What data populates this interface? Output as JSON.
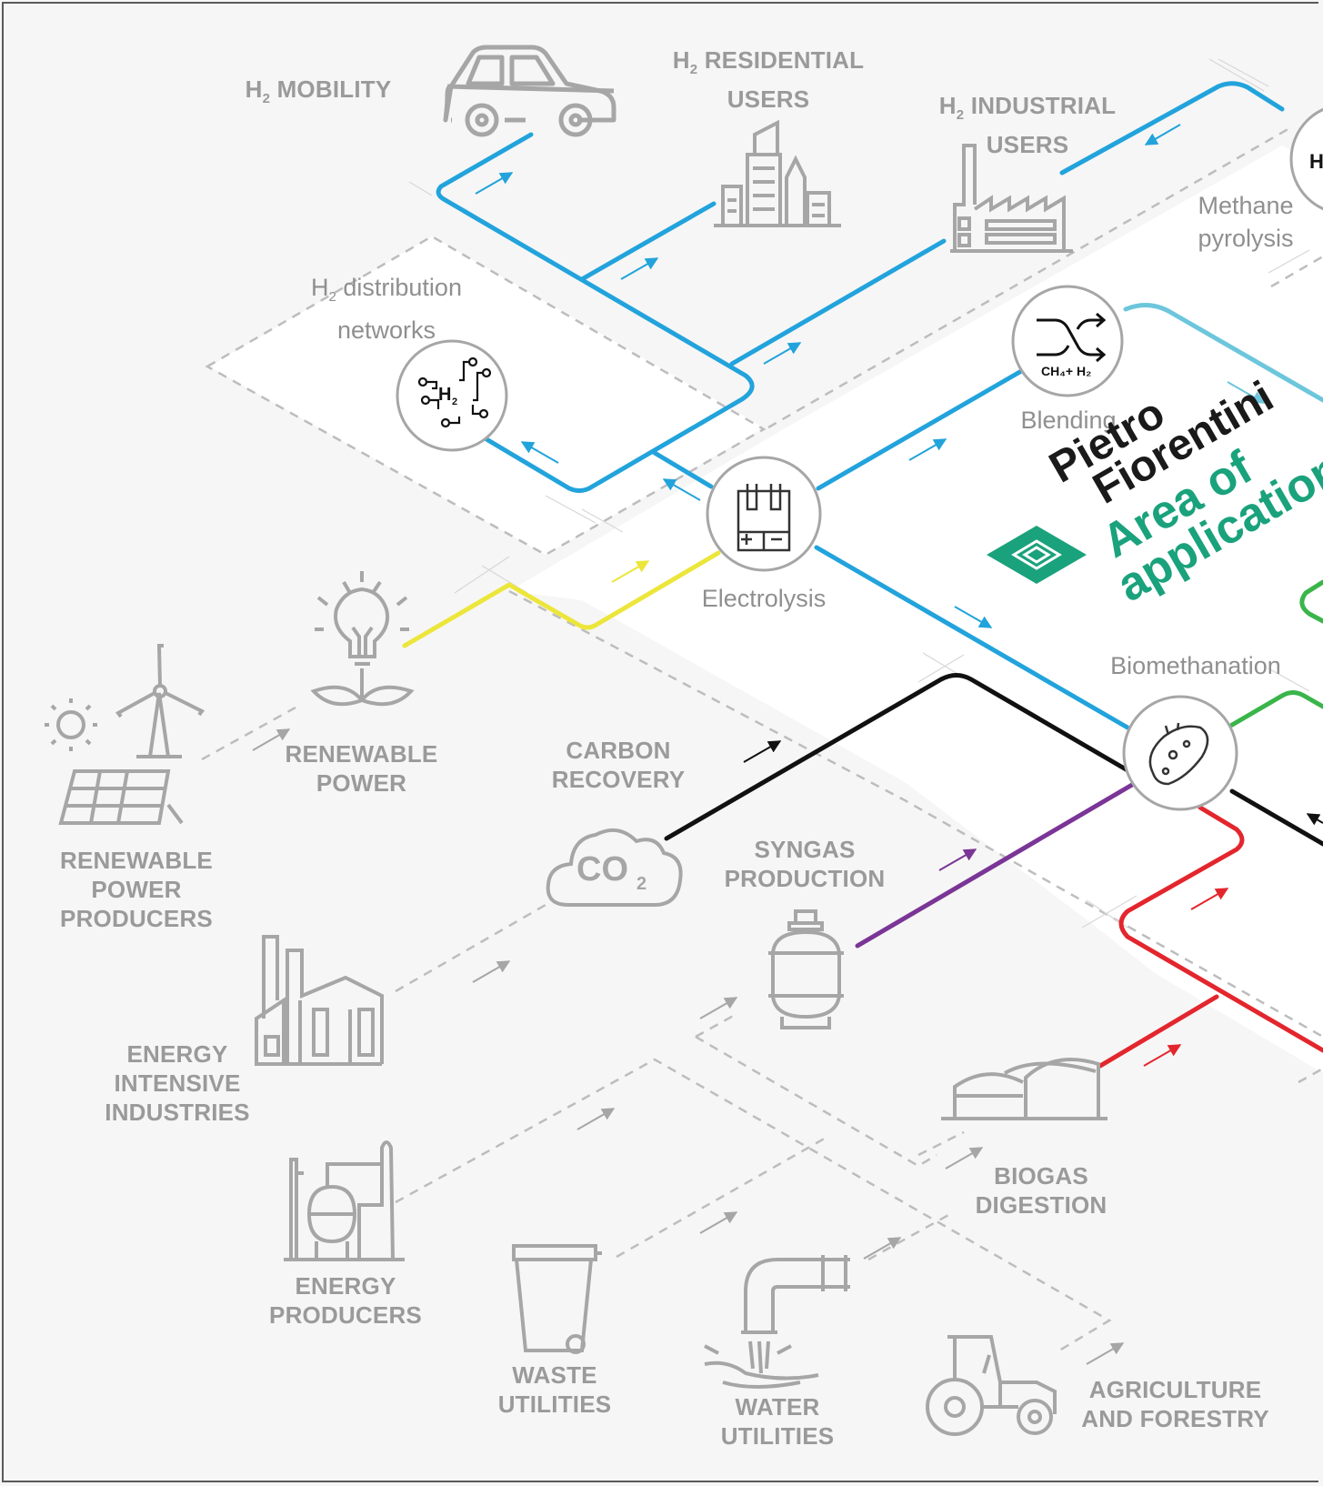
{
  "diagram": {
    "nodes": {
      "h2_mobility": {
        "prefix": "H",
        "sub": "2",
        "text": "MOBILITY"
      },
      "h2_residential": {
        "prefix": "H",
        "sub": "2",
        "line1": "RESIDENTIAL",
        "line2": "USERS"
      },
      "h2_industrial": {
        "prefix": "H",
        "sub": "2",
        "line1": "INDUSTRIAL",
        "line2": "USERS"
      },
      "methane_pyrolysis": {
        "line1": "Methane",
        "line2": "pyrolysis"
      },
      "h2_distribution": {
        "prefix": "H",
        "sub": "2",
        "line1": "distribution",
        "line2": "networks"
      },
      "blending": {
        "label": "Blending",
        "formula": "CH₄+ H₂"
      },
      "electrolysis": {
        "label": "Electrolysis"
      },
      "biomethanation": {
        "label": "Biomethanation"
      },
      "renewable_power": {
        "line1": "RENEWABLE",
        "line2": "POWER"
      },
      "renewable_power_producers": {
        "line1": "RENEWABLE",
        "line2": "POWER",
        "line3": "PRODUCERS"
      },
      "carbon_recovery": {
        "line1": "CARBON",
        "line2": "RECOVERY",
        "icon_text": "CO",
        "icon_sub": "2"
      },
      "syngas_production": {
        "line1": "SYNGAS",
        "line2": "PRODUCTION"
      },
      "energy_intensive": {
        "line1": "ENERGY",
        "line2": "INTENSIVE",
        "line3": "INDUSTRIES"
      },
      "biogas_digestion": {
        "line1": "BIOGAS",
        "line2": "DIGESTION"
      },
      "energy_producers": {
        "line1": "ENERGY",
        "line2": "PRODUCERS"
      },
      "waste_utilities": {
        "line1": "WASTE",
        "line2": "UTILITIES"
      },
      "water_utilities": {
        "line1": "WATER",
        "line2": "UTILITIES"
      },
      "agriculture": {
        "line1": "AGRICULTURE",
        "line2": "AND FORESTRY"
      }
    },
    "brand": {
      "name1": "Pietro",
      "name2": "Fiorentini",
      "tag1": "Area of",
      "tag2": "application"
    },
    "colors": {
      "hydrogen": "#22a3dc",
      "blend": "#6cc6dc",
      "renewable": "#ece63a",
      "carbon": "#111111",
      "syngas": "#7a3596",
      "biogas": "#e3262d",
      "biomethane": "#3ab54a",
      "brand_green": "#1aa27c",
      "grey": "#a6a6a6"
    }
  }
}
